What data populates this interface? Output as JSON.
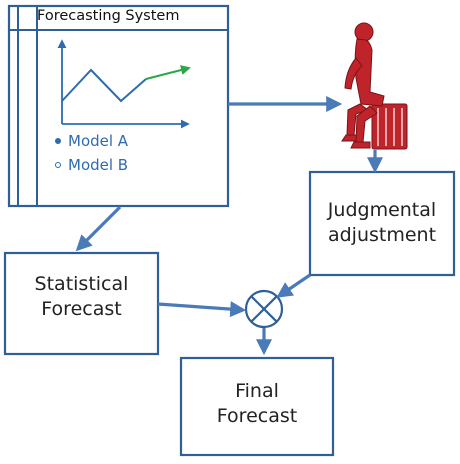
{
  "forecasting_system": {
    "title": "Forecasting System",
    "legend": [
      {
        "label": "Model A",
        "marker": "filled-dot"
      },
      {
        "label": "Model B",
        "marker": "hollow-dot"
      }
    ]
  },
  "nodes": {
    "statistical": {
      "line1": "Statistical",
      "line2": "Forecast"
    },
    "judgmental": {
      "line1": "Judgmental",
      "line2": "adjustment"
    },
    "final": {
      "line1": "Final",
      "line2": "Forecast"
    }
  },
  "icons": {
    "person": "person-sitting-icon",
    "combiner": "circle-cross-combiner-icon"
  },
  "colors": {
    "stroke": "#2e5f95",
    "arrow": "#4a7ab8",
    "legend_text": "#2e6bb0",
    "trend_arrow": "#2aa847",
    "person": "#c0242b"
  }
}
